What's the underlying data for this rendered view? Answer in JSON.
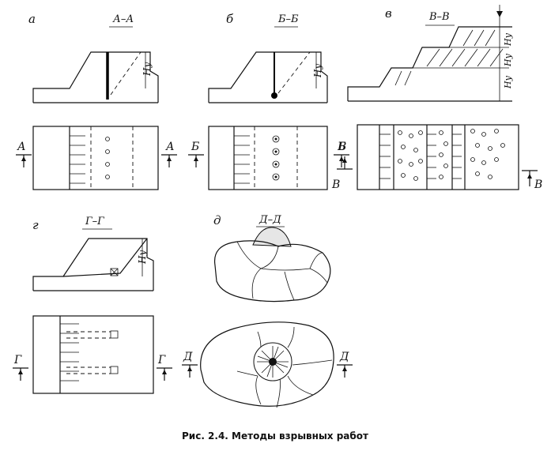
{
  "panels": {
    "a": {
      "letter": "а",
      "section": "А–А",
      "cut": "А",
      "height": "Hу"
    },
    "b": {
      "letter": "б",
      "section": "Б–Б",
      "cut": "Б",
      "height": "Hу"
    },
    "v": {
      "letter": "в",
      "section": "В–В",
      "cut": "В",
      "height": "Hу"
    },
    "g": {
      "letter": "г",
      "section": "Г–Г",
      "cut": "Г",
      "height": "Hу"
    },
    "d": {
      "letter": "д",
      "section": "Д–Д",
      "cut": "Д"
    }
  },
  "caption": "Рис. 2.4. Методы взрывных работ"
}
